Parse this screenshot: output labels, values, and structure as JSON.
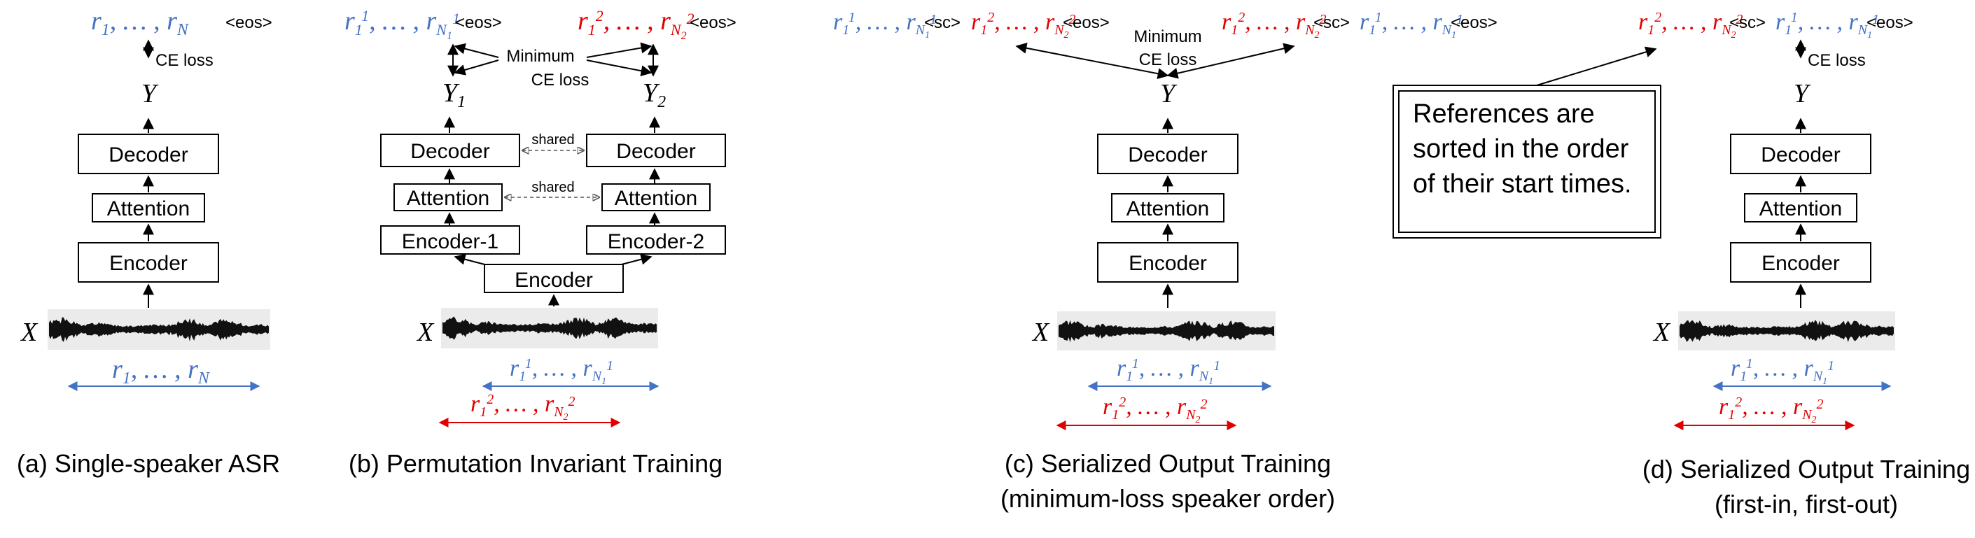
{
  "colors": {
    "speaker1": "#4472C4",
    "speaker2": "#E00000"
  },
  "common": {
    "decoder": "Decoder",
    "attention": "Attention",
    "encoder": "Encoder",
    "encoder1": "Encoder-1",
    "encoder2": "Encoder-2",
    "ce_loss": "CE loss",
    "minimum": "Minimum",
    "shared": "shared",
    "eos": "<eos>",
    "sc": "<sc>",
    "x": "X",
    "y": "Y",
    "y1": "Y",
    "y2": "Y"
  },
  "panels": {
    "a": {
      "caption": "(a) Single-speaker ASR"
    },
    "b": {
      "caption": "(b) Permutation Invariant Training"
    },
    "c": {
      "caption_line1": "(c) Serialized Output Training",
      "caption_line2": "(minimum-loss speaker order)"
    },
    "d": {
      "caption_line1": "(d) Serialized Output Training",
      "caption_line2": "(first-in, first-out)",
      "note_lines": [
        "References are",
        "sorted in the order",
        "of their start times."
      ]
    }
  }
}
